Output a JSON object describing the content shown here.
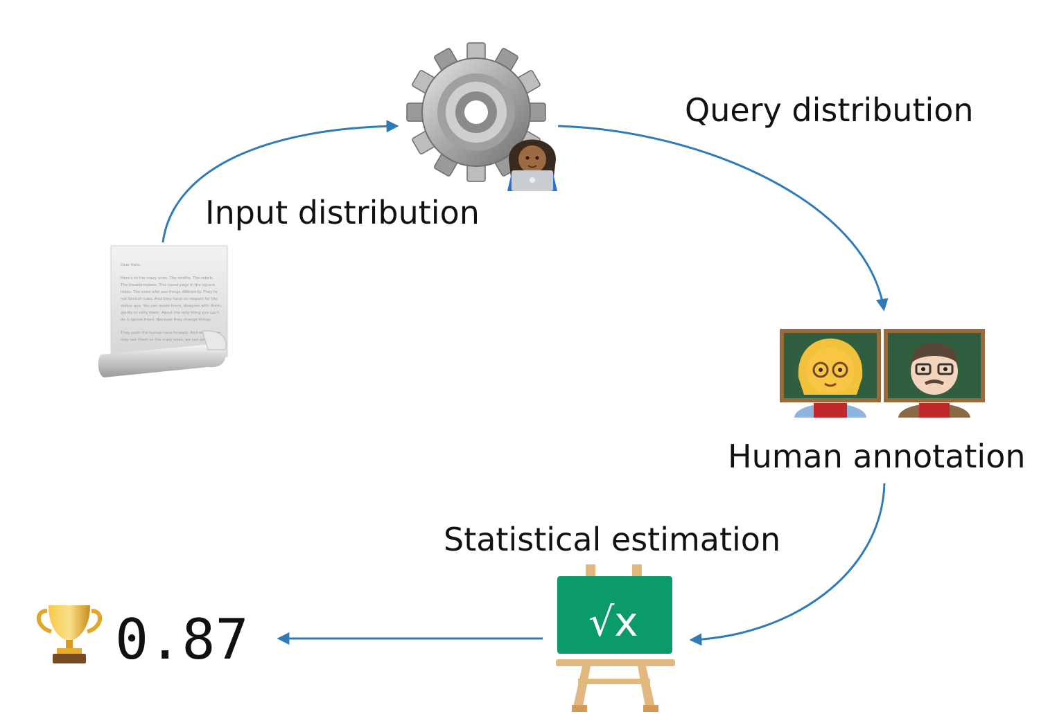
{
  "labels": {
    "input": "Input distribution",
    "query": "Query distribution",
    "human": "Human annotation",
    "stat": "Statistical estimation"
  },
  "result": {
    "score": "0.87"
  },
  "document": {
    "lines": [
      "Dear Kate,",
      "Here's to the crazy ones. The misfits. The rebels.",
      "The troublemakers. The round pegs in the square",
      "holes. The ones who see things differently. They're",
      "not fond of rules. And they have no respect for the",
      "status quo. You can quote them, disagree with them,",
      "glorify or vilify them. About the only thing you can't",
      "do is ignore them. Because they change things.",
      "They push the human race forward. And while some",
      "may see them as the crazy ones, we see genius."
    ]
  },
  "board": {
    "formula": "√x"
  },
  "icons": [
    "document-icon",
    "gear-icon",
    "technologist-icon",
    "teacher-woman-icon",
    "teacher-man-icon",
    "chalkboard-easel-icon",
    "trophy-icon"
  ],
  "colors": {
    "arrow": "#2e7bb8",
    "board": "#0a9a6b",
    "easel": "#e2b87f"
  }
}
